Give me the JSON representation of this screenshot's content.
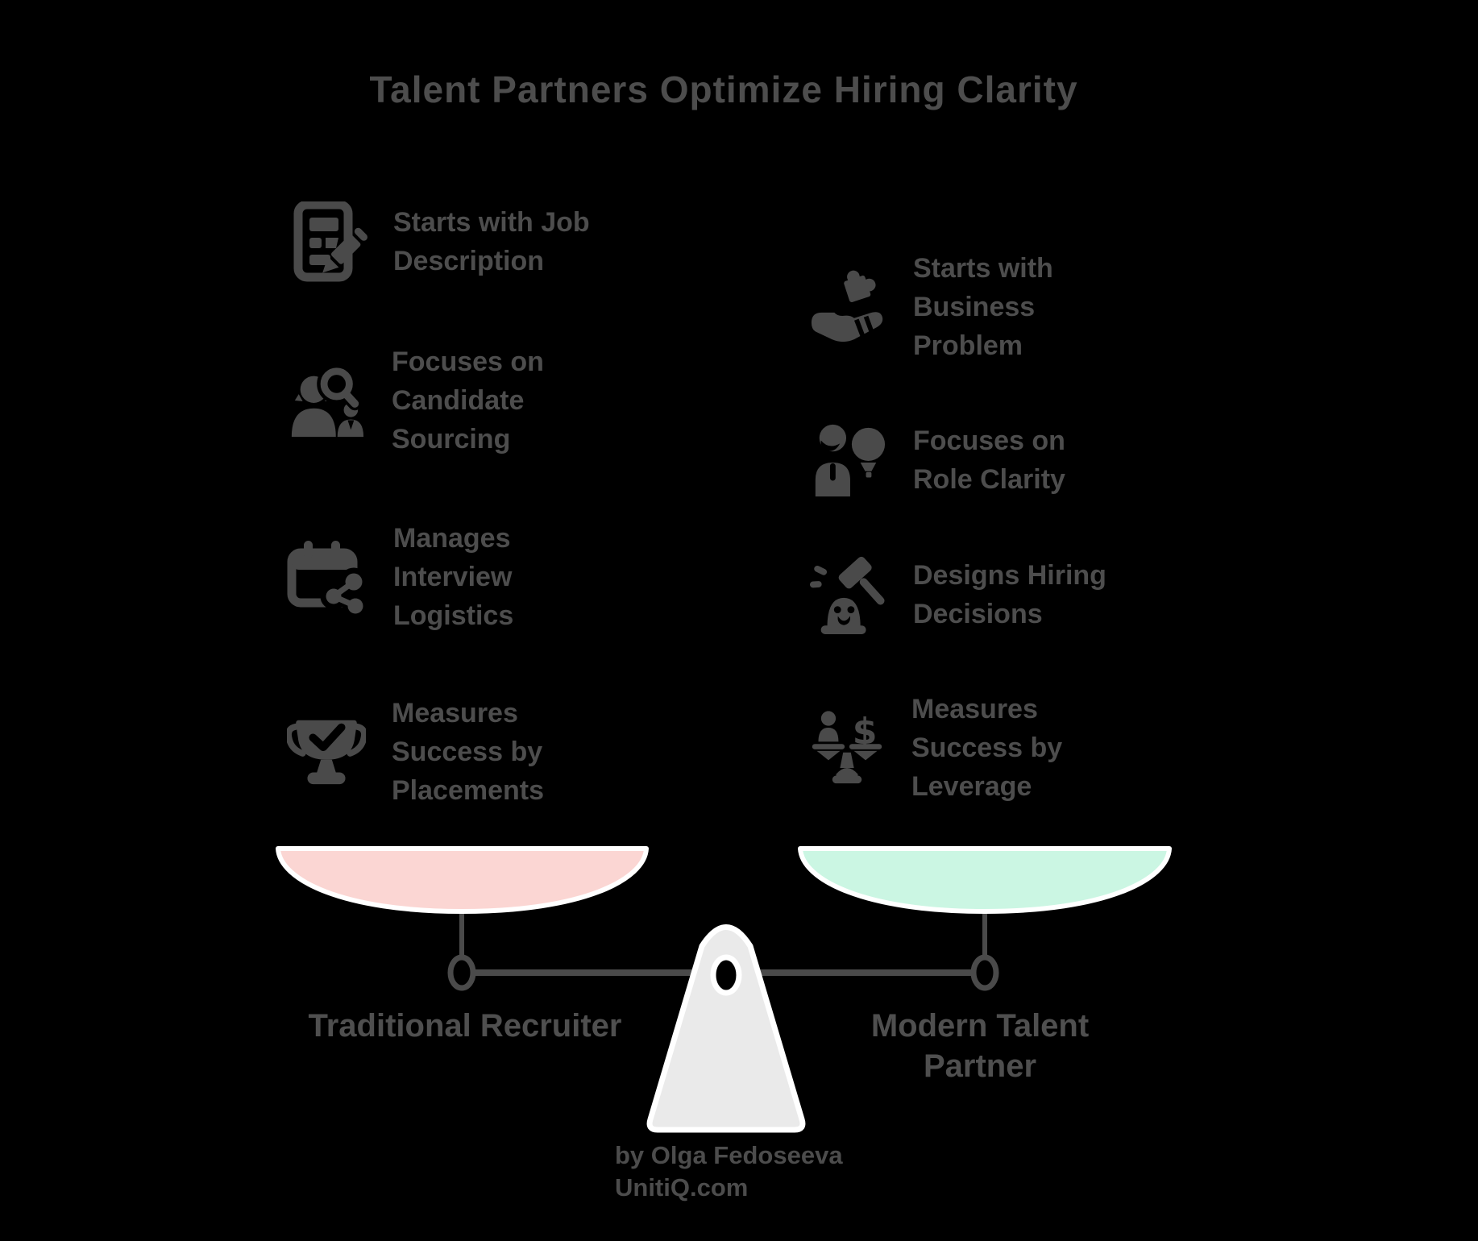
{
  "title": "Talent Partners Optimize Hiring Clarity",
  "colors": {
    "background": "#000000",
    "text_gray": "#4d4d4d",
    "icon_gray": "#4a4a4a",
    "left_pan": "#fbd6d3",
    "right_pan": "#cbf6e3",
    "fulcrum_fill": "#eaeaea",
    "stroke_white": "#ffffff"
  },
  "left_items": [
    {
      "icon": "document-pencil-icon",
      "lines": [
        "Starts with Job",
        "Description"
      ]
    },
    {
      "icon": "candidate-search-icon",
      "lines": [
        "Focuses on",
        "Candidate",
        "Sourcing"
      ]
    },
    {
      "icon": "calendar-share-icon",
      "lines": [
        "Manages",
        "Interview",
        "Logistics"
      ]
    },
    {
      "icon": "trophy-check-icon",
      "lines": [
        "Measures",
        "Success by",
        "Placements"
      ]
    }
  ],
  "right_items": [
    {
      "icon": "hand-puzzle-icon",
      "lines": [
        "Starts with",
        "Business",
        "Problem"
      ]
    },
    {
      "icon": "person-lightbulb-icon",
      "lines": [
        "Focuses on",
        "Role Clarity"
      ]
    },
    {
      "icon": "gavel-decision-icon",
      "lines": [
        "Designs Hiring",
        "Decisions"
      ]
    },
    {
      "icon": "person-dollar-balance-icon",
      "lines": [
        "Measures",
        "Success by",
        "Leverage"
      ]
    }
  ],
  "scale": {
    "left_label": "Traditional Recruiter",
    "right_label_lines": [
      "Modern Talent",
      "Partner"
    ]
  },
  "footer": {
    "lines": [
      "by Olga Fedoseeva",
      "UnitiQ.com"
    ]
  }
}
